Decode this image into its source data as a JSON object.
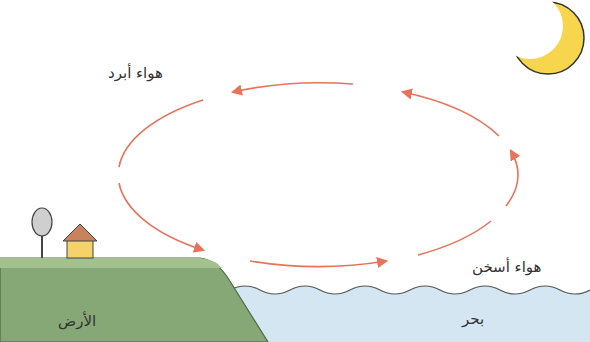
{
  "diagram": {
    "labels": [
      "هواء أبرد",
      "هواء أسخن",
      "الأرض",
      "بحر"
    ]
  }
}
